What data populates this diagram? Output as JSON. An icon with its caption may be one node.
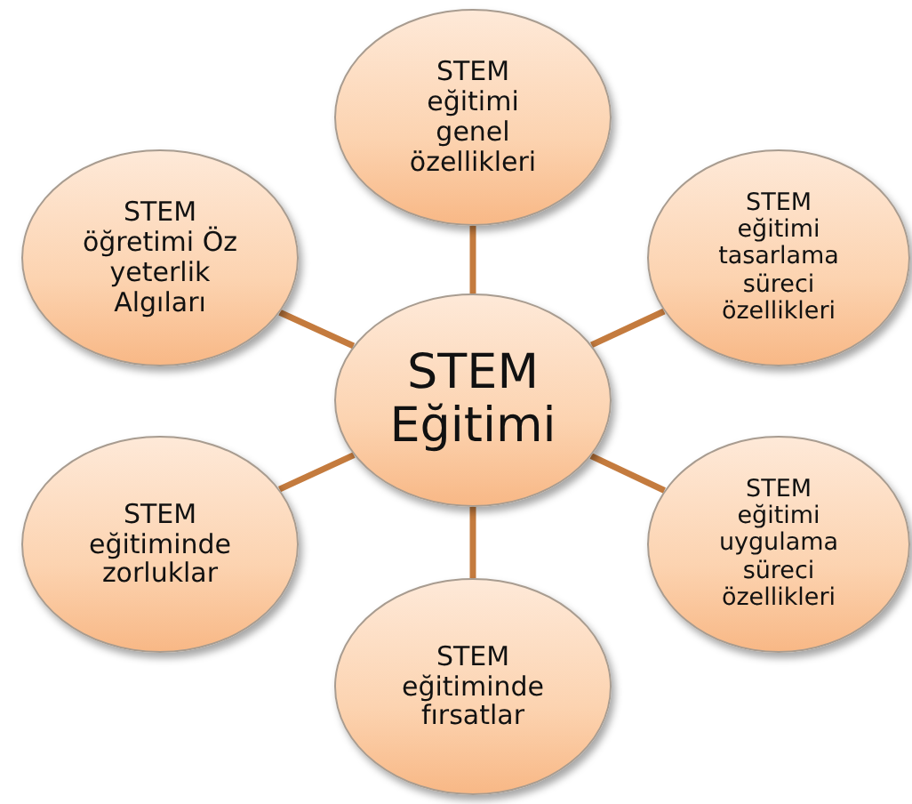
{
  "diagram": {
    "nodes": [
      {
        "text": [
          "STEM Eğitimi"
        ]
      },
      {
        "text": [
          "STEM eğitimi genel özellikleri"
        ]
      },
      {
        "text": [
          "STEM eğitimi tasarlama süreci özellikleri"
        ]
      },
      {
        "text": [
          "STEM eğitimi uygulama süreci özellikleri"
        ]
      },
      {
        "text": [
          "STEM eğitiminde fırsatlar"
        ]
      },
      {
        "text": [
          "STEM eğitiminde zorluklar"
        ]
      },
      {
        "text": [
          "STEM öğretimi Öz yeterlik Algıları"
        ]
      }
    ],
    "edges": [
      {
        "from": 0,
        "to": 1,
        "arrow": "none"
      },
      {
        "from": 0,
        "to": 2,
        "arrow": "none"
      },
      {
        "from": 0,
        "to": 3,
        "arrow": "none"
      },
      {
        "from": 0,
        "to": 4,
        "arrow": "none"
      },
      {
        "from": 0,
        "to": 5,
        "arrow": "none"
      },
      {
        "from": 0,
        "to": 6,
        "arrow": "none"
      }
    ]
  }
}
